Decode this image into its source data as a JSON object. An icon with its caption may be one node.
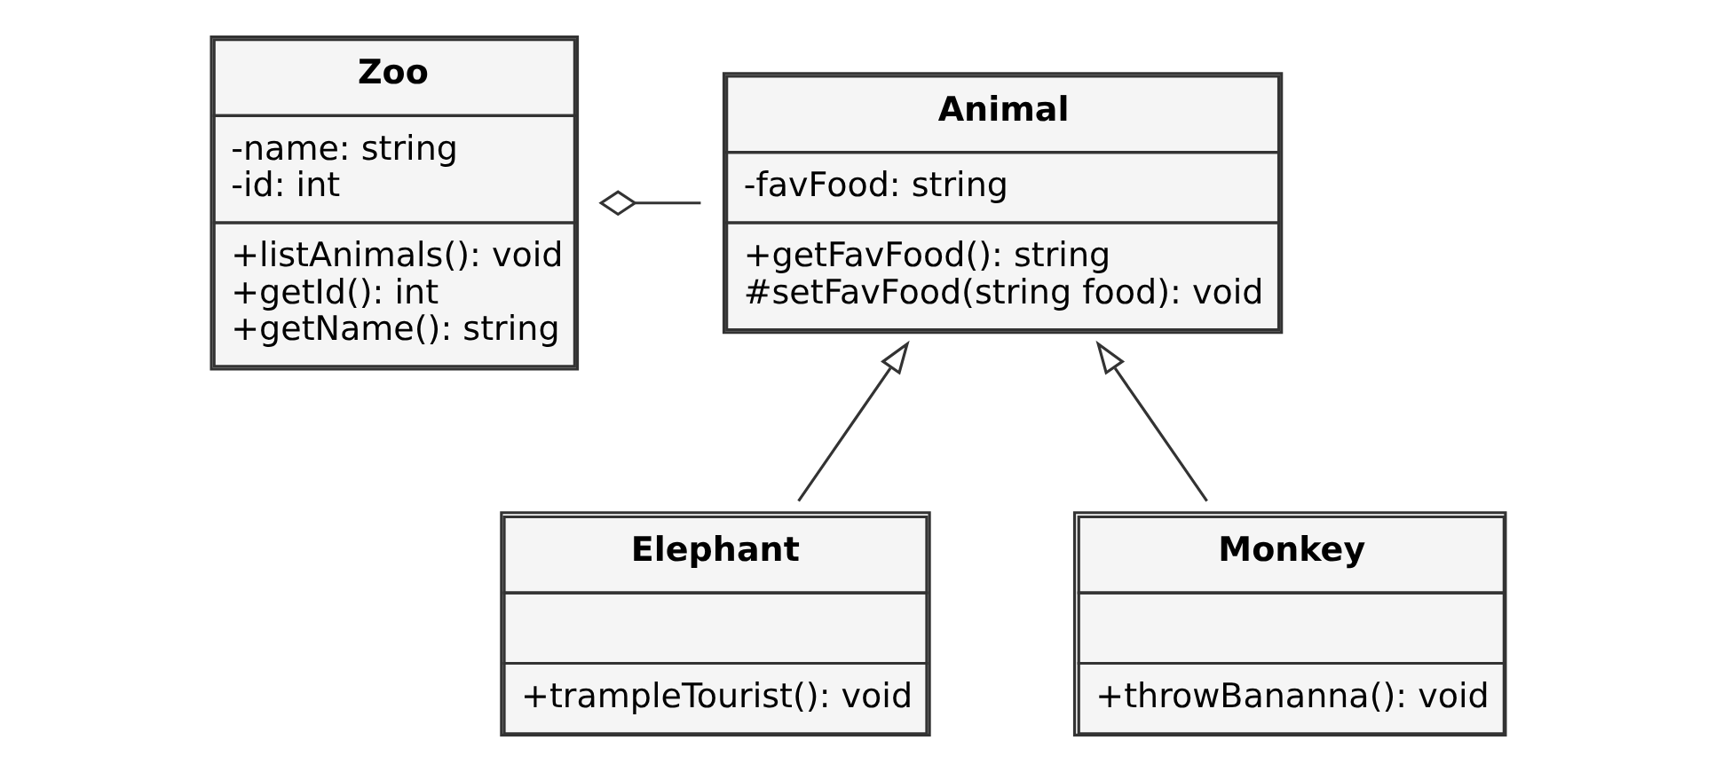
{
  "diagram": {
    "nodes": [
      {
        "text": [
          "Zoo",
          "-name: string",
          "-id: int",
          "+listAnimals(): void",
          "+getId(): int",
          "+getName(): string"
        ]
      },
      {
        "text": [
          "Animal",
          "-favFood: string",
          "+getFavFood(): string",
          "#setFavFood(string food): void"
        ]
      },
      {
        "text": [
          "Elephant",
          "+trampleTourist(): void"
        ]
      },
      {
        "text": [
          "Monkey",
          "+throwBananna(): void"
        ]
      }
    ],
    "edges": [
      {
        "from": 0,
        "to": 1,
        "arrow": "other"
      },
      {
        "from": 2,
        "to": 1,
        "arrow": "to"
      },
      {
        "from": 3,
        "to": 1,
        "arrow": "to"
      }
    ]
  }
}
